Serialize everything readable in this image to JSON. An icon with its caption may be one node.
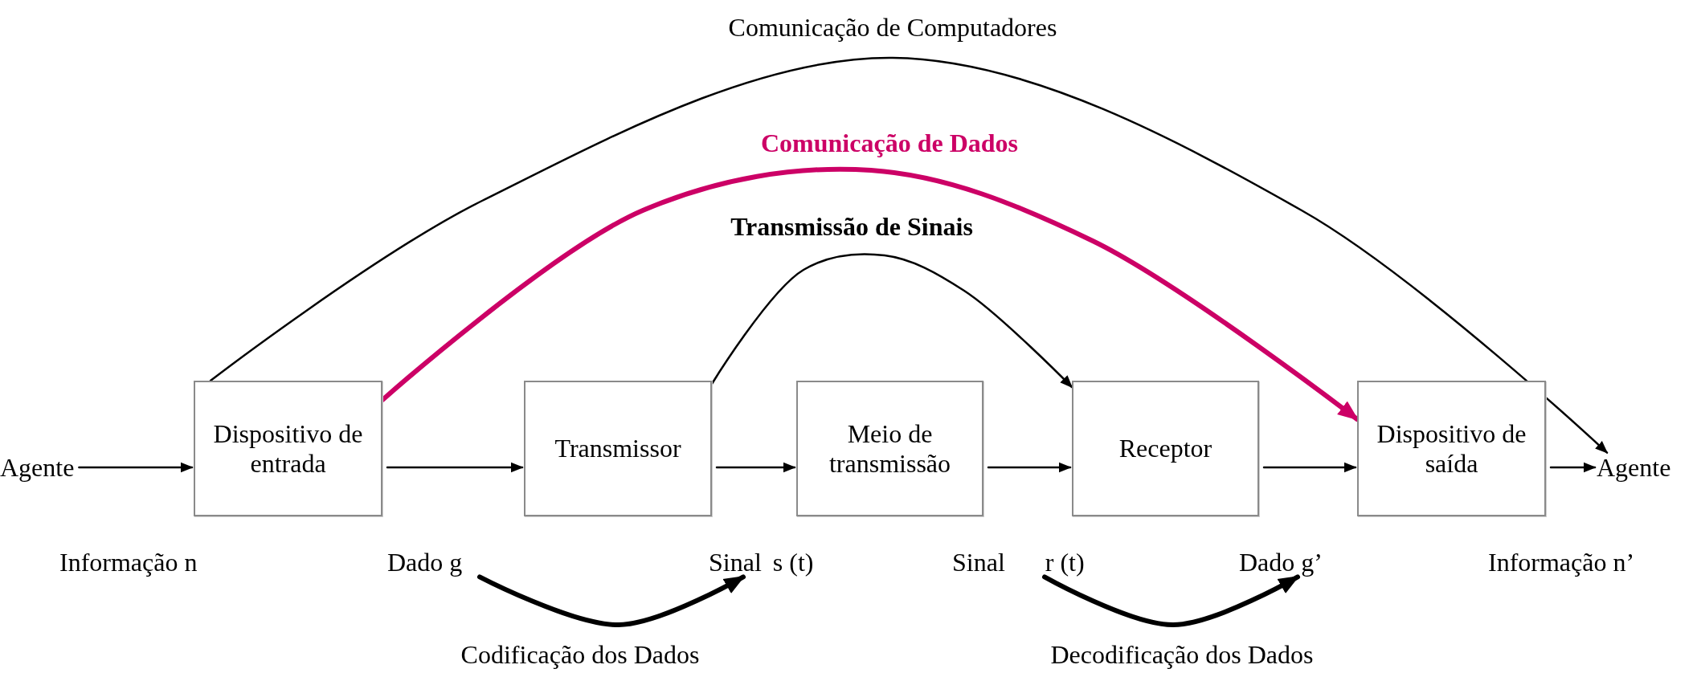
{
  "diagram": {
    "nodes": [
      {
        "text": [
          "Agente"
        ]
      },
      {
        "text": [
          "Dispositivo de entrada"
        ]
      },
      {
        "text": [
          "Transmissor"
        ]
      },
      {
        "text": [
          "Meio de transmissão"
        ]
      },
      {
        "text": [
          "Receptor"
        ]
      },
      {
        "text": [
          "Dispositivo de saída"
        ]
      },
      {
        "text": [
          "Agente"
        ]
      },
      {
        "text": [
          "Dado g"
        ]
      },
      {
        "text": [
          "Sinal",
          "s (t)"
        ]
      },
      {
        "text": [
          "Sinal",
          "r (t)"
        ]
      },
      {
        "text": [
          "Dado g’"
        ]
      }
    ],
    "edges": [
      {
        "from": 1,
        "to": 6,
        "arrow": "to",
        "label": "Comunicação de Computadores"
      },
      {
        "from": 1,
        "to": 5,
        "arrow": "to",
        "label": "Comunicação de Dados",
        "style": "thick",
        "color": "#cc0066"
      },
      {
        "from": 2,
        "to": 4,
        "arrow": "to",
        "label": "Transmissão de Sinais"
      },
      {
        "from": 0,
        "to": 1,
        "arrow": "to"
      },
      {
        "from": 1,
        "to": 2,
        "arrow": "to"
      },
      {
        "from": 2,
        "to": 3,
        "arrow": "to"
      },
      {
        "from": 3,
        "to": 4,
        "arrow": "to"
      },
      {
        "from": 4,
        "to": 5,
        "arrow": "to"
      },
      {
        "from": 5,
        "to": 6,
        "arrow": "to"
      },
      {
        "from": 7,
        "to": 8,
        "arrow": "to",
        "label": "Codificação dos Dados",
        "style": "thick"
      },
      {
        "from": 9,
        "to": 10,
        "arrow": "to",
        "label": "Decodificação dos Dados",
        "style": "thick"
      }
    ],
    "labels": [
      "Informação n",
      "Informação n’"
    ]
  }
}
